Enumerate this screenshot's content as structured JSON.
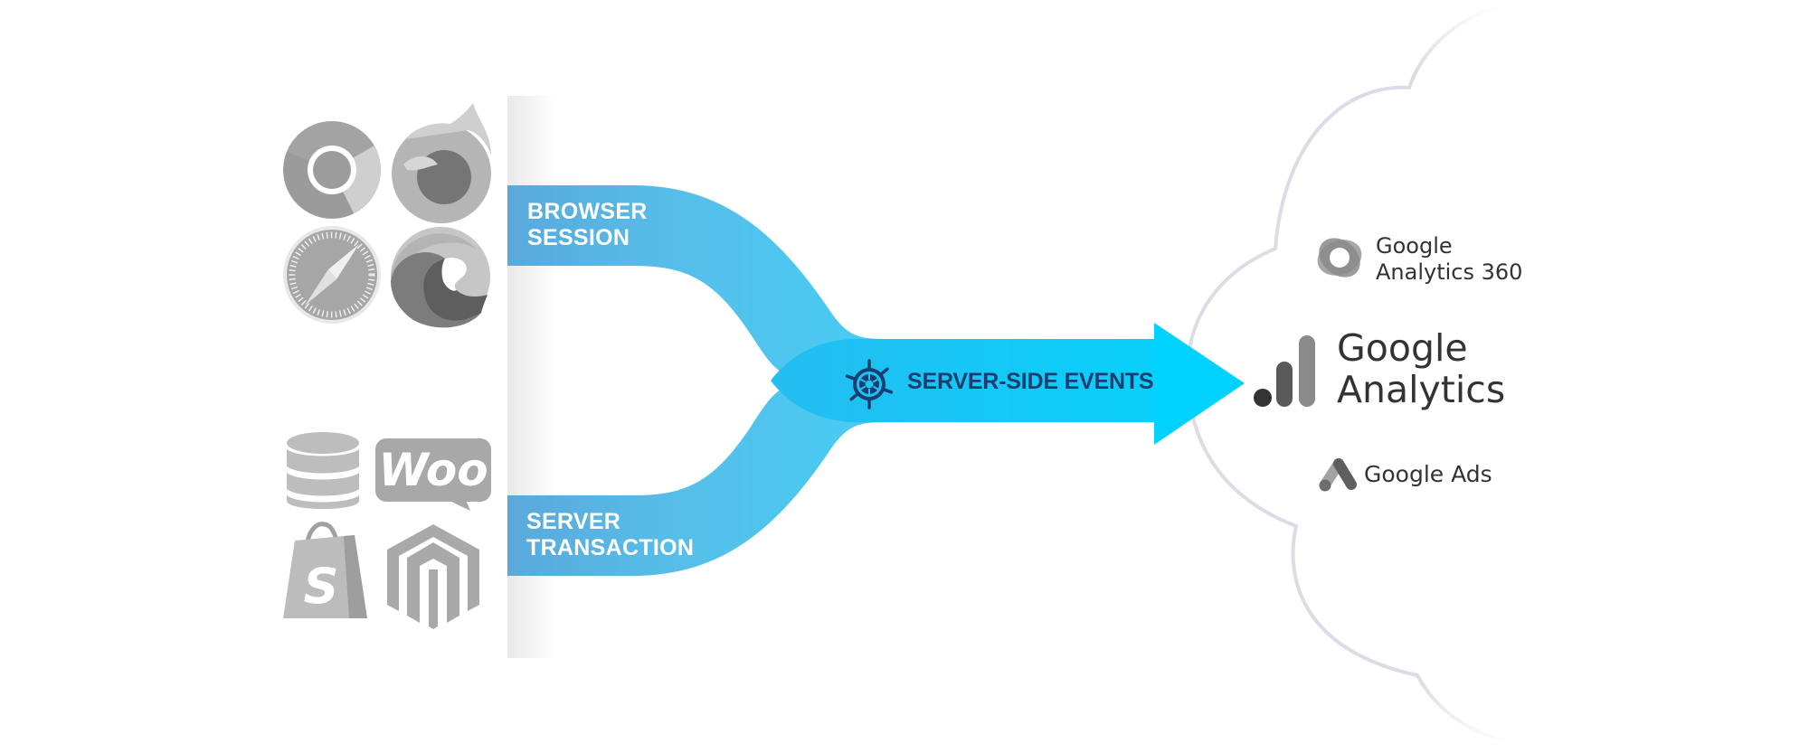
{
  "diagram": {
    "sources": {
      "browsers": [
        {
          "name": "Chrome",
          "icon": "chrome-icon"
        },
        {
          "name": "Firefox",
          "icon": "firefox-icon"
        },
        {
          "name": "Safari",
          "icon": "safari-icon"
        },
        {
          "name": "Edge",
          "icon": "edge-icon"
        }
      ],
      "servers": [
        {
          "name": "Database",
          "icon": "database-icon"
        },
        {
          "name": "WooCommerce",
          "icon": "woocommerce-icon",
          "text": "Woo"
        },
        {
          "name": "Shopify",
          "icon": "shopify-icon",
          "text": "S"
        },
        {
          "name": "Magento",
          "icon": "magento-icon"
        }
      ]
    },
    "flows": {
      "browser_session": {
        "line1": "BROWSER",
        "line2": "SESSION"
      },
      "server_transaction": {
        "line1": "SERVER",
        "line2": "TRANSACTION"
      },
      "merged": {
        "label": "SERVER-SIDE EVENTS",
        "icon": "ship-wheel-icon"
      }
    },
    "destinations": {
      "ga360": {
        "line1": "Google",
        "line2": "Analytics 360"
      },
      "ga": {
        "line1": "Google",
        "line2": "Analytics"
      },
      "ads": {
        "label": "Google Ads"
      }
    },
    "colors": {
      "band_left": "#5aa9dc",
      "band_right": "#4ccaf2",
      "merged": "#18c9f6",
      "arrow": "#00d2ff",
      "label_dark": "#163f70",
      "icon_grey": "#9a9a9a",
      "cloud_stroke": "#dcdce6",
      "text_dark": "#333333"
    }
  }
}
